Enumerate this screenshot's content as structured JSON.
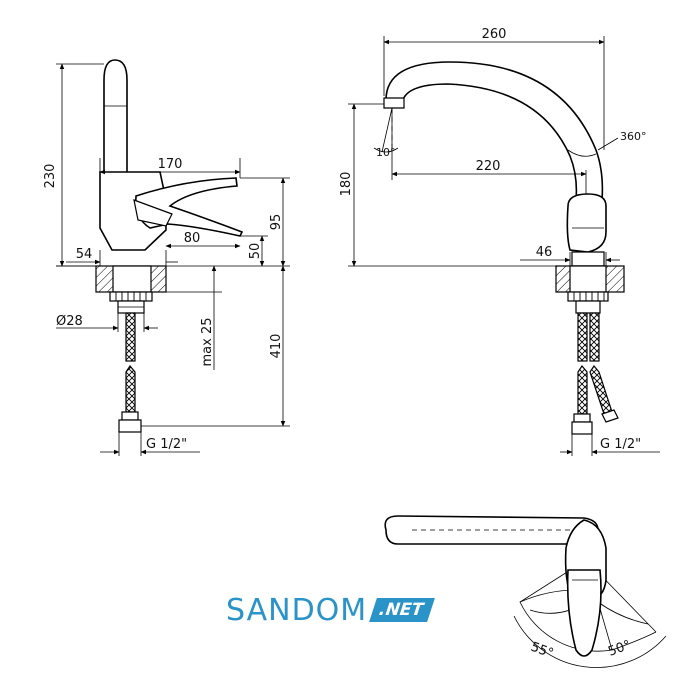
{
  "side_view": {
    "height_total": "230",
    "lever_reach": "170",
    "spout_height": "95",
    "lever_length": "80",
    "base_height": "50",
    "base_width": "54",
    "hose_diameter": "Ø28",
    "countertop_max": "max 25",
    "hose_length": "410",
    "connection": "G 1/2\""
  },
  "front_view": {
    "spout_reach_total": "260",
    "spout_height": "180",
    "spout_reach": "220",
    "spout_angle": "10°",
    "rotation": "360°",
    "base_width": "46",
    "connection": "G 1/2\""
  },
  "top_view": {
    "angle_left": "55°",
    "angle_right": "50°"
  },
  "logo": {
    "name": "SANDOM",
    "badge": ".NET",
    "color": "#2a93c8"
  }
}
